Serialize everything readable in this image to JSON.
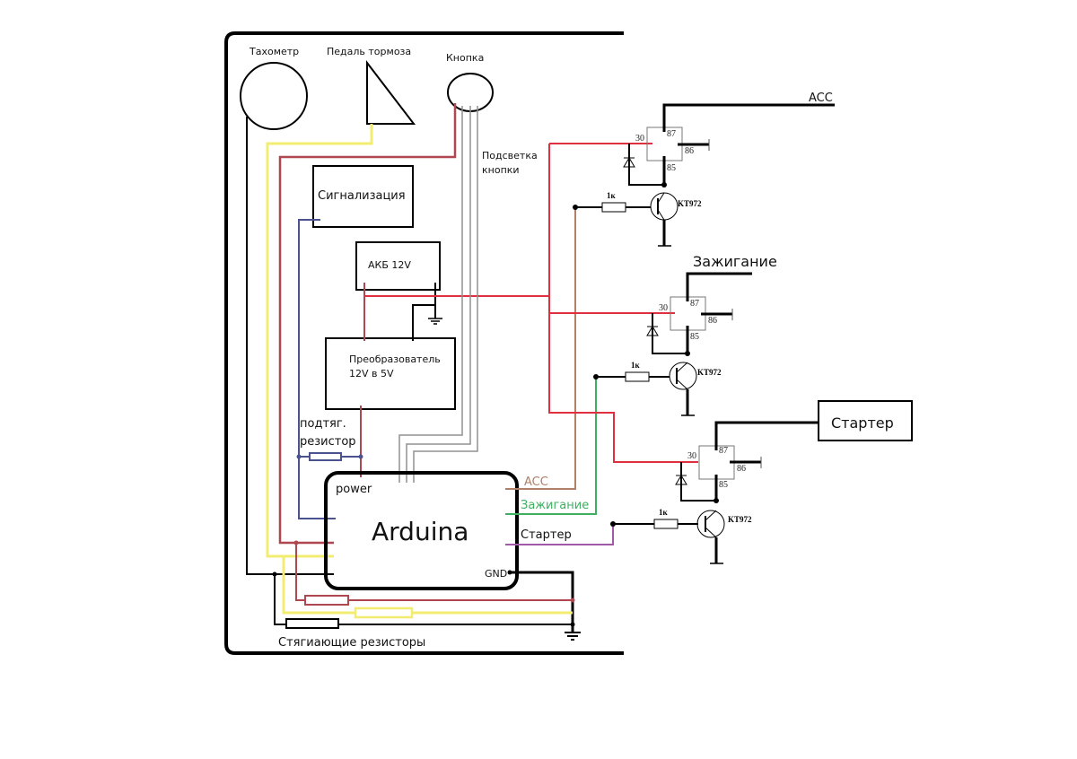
{
  "diagram": {
    "components": {
      "tachometer": "Тахометр",
      "brake_pedal": "Педаль тормоза",
      "button": "Кнопка",
      "button_backlight": [
        "Подсветка",
        "кнопки"
      ],
      "alarm": "Сигнализация",
      "battery": "АКБ 12V",
      "converter": [
        "Преобразователь",
        "12V в 5V"
      ],
      "pullup_resistor": [
        "подтяг.",
        "резистор"
      ],
      "arduino": "Arduina",
      "arduino_power": "power",
      "arduino_gnd": "GND",
      "pulldown_resistors": "Стягиающие резисторы",
      "starter_box": "Стартер"
    },
    "arduino_outputs": {
      "acc": "ACC",
      "ignition": "Зажигание",
      "starter": "Стартер"
    },
    "relay_outputs": {
      "acc": "ACC",
      "ignition": "Зажигание"
    },
    "relay_pins": {
      "p30": "30",
      "p87": "87",
      "p86": "86",
      "p85": "85"
    },
    "resistor_value": "1к",
    "transistor_model": "KT972",
    "wire_colors": {
      "black": "#000000",
      "red": "#e03040",
      "dark_red": "#b04650",
      "yellow": "#f2ec70",
      "blue": "#4a5290",
      "gray": "#909090",
      "brown": "#b08068",
      "green": "#3db060",
      "purple": "#a05aa8"
    }
  }
}
